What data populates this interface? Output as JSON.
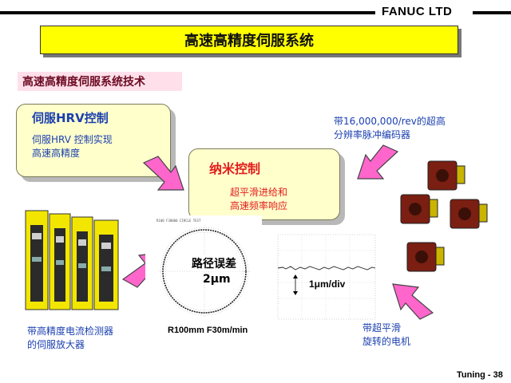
{
  "header": {
    "brand": "FANUC LTD",
    "title": "高速高精度伺服系统",
    "subtitle": "高速高精度伺服系统技术"
  },
  "hrv": {
    "title": "伺服HRV控制",
    "line1": "伺服HRV 控制实现",
    "line2": "高速高精度"
  },
  "nano": {
    "title": "纳米控制",
    "line1": "超平滑进给和",
    "line2": "高速频率响应"
  },
  "encoder": {
    "line1": "带16,000,000/rev的超高",
    "line2": "分辨率脉冲编码器"
  },
  "amplifier": {
    "line1": "带高精度电流检测器",
    "line2": "的伺服放大器"
  },
  "motor": {
    "line1": "带超平滑",
    "line2": "旋转的电机"
  },
  "plot": {
    "path_error_label": "路径误差",
    "path_error_value": "2μm",
    "condition": "R100mm F30m/min"
  },
  "oscillograph": {
    "scale_label": "1μm/div"
  },
  "footer": {
    "page": "Tuning - 38"
  },
  "colors": {
    "accent_yellow": "#ffff00",
    "card_fill": "#ffffcc",
    "arrow_pink": "#ff66cc",
    "text_blue": "#1a3fb0",
    "text_red": "#e31c1c",
    "subtitle_maroon": "#6b0a22",
    "amp_yellow": "#f2e600"
  },
  "icons": [
    "arrow-icon",
    "servo-amplifier-image",
    "servo-motor-image",
    "circle-plot",
    "oscillograph-plot"
  ]
}
